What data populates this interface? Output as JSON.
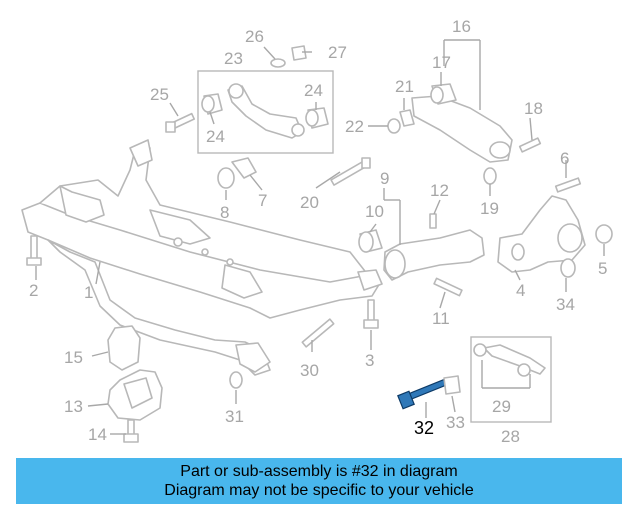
{
  "callouts": {
    "c1": "1",
    "c2": "2",
    "c3": "3",
    "c4": "4",
    "c5": "5",
    "c6": "6",
    "c7": "7",
    "c8": "8",
    "c9": "9",
    "c10": "10",
    "c11": "11",
    "c12": "12",
    "c13": "13",
    "c14": "14",
    "c15": "15",
    "c16": "16",
    "c17": "17",
    "c18": "18",
    "c19": "19",
    "c20": "20",
    "c21": "21",
    "c22": "22",
    "c23": "23",
    "c24a": "24",
    "c24b": "24",
    "c25": "25",
    "c26": "26",
    "c27": "27",
    "c28": "28",
    "c29": "29",
    "c30": "30",
    "c31": "31",
    "c32": "32",
    "c33": "33",
    "c34": "34"
  },
  "highlighted_part": "32",
  "colors": {
    "highlight_bolt": "#2f78b8",
    "banner": "#49b7ed",
    "line_art": "#b8b8b8"
  },
  "banner": {
    "line1": "Part or sub-assembly is #32 in diagram",
    "line2": "Diagram may not be specific to your vehicle"
  }
}
